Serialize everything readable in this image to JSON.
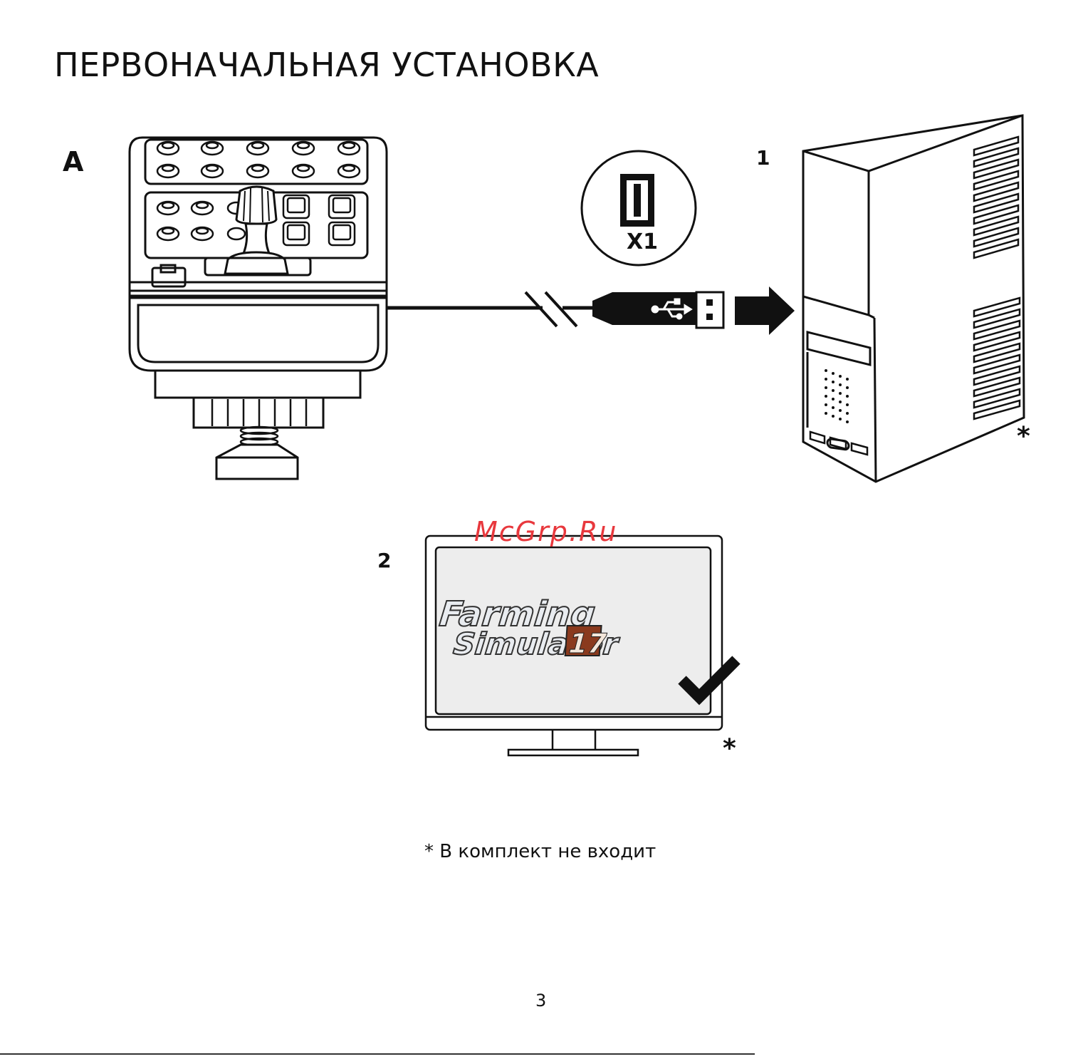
{
  "page": {
    "title": "ПЕРВОНАЧАЛЬНАЯ УСТАНОВКА",
    "section_label": "A",
    "step1_label": "1",
    "step2_label": "2",
    "port_count": "X1",
    "not_included_mark": "*",
    "watermark": "McGrp.Ru",
    "footnote": "* В комплект не входит",
    "page_number": "3"
  },
  "logo": {
    "line1": "Farming",
    "line2": "Simulator",
    "number": "17"
  },
  "icons": {
    "device": "side-panel-controller-illustration",
    "usb_port": "usb-port-icon",
    "usb_plug": "usb-plug-icon",
    "usb_symbol": "usb-symbol-icon",
    "arrow": "arrow-right-icon",
    "computer": "pc-tower-illustration",
    "monitor": "monitor-illustration",
    "check": "checkmark-icon"
  },
  "colors": {
    "watermark": "#e8383d",
    "logo_number_bg": "#8a3a1e"
  }
}
